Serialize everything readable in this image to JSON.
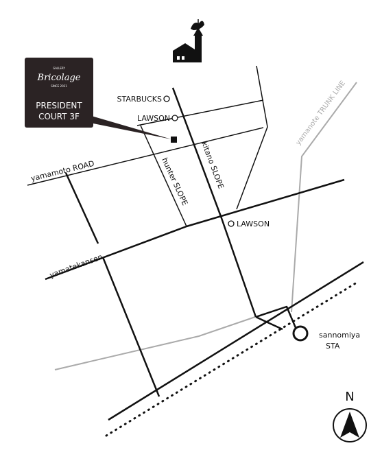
{
  "colors": {
    "road": "#111111",
    "rail": "#aaaaaa",
    "callout_bg": "#2b2324",
    "callout_text": "#ffffff",
    "background": "#ffffff"
  },
  "callout": {
    "brand_top": "GALLERY",
    "brand_name": "Bricolage",
    "brand_since": "SINCE 2021",
    "line1": "PRESIDENT",
    "line2": "COURT  3F"
  },
  "roads": {
    "yamamoto": "yamamoto ROAD",
    "yamatekansen": "yamatekansen",
    "hunter": "hunter SLOPE",
    "kitano": "kitano SLOPE"
  },
  "rail": {
    "trunk_line": "yamanote TRUNK LINE"
  },
  "pois": {
    "starbucks": "STARBUCKS",
    "lawson_top": "LAWSON",
    "lawson_mid": "LAWSON"
  },
  "station": {
    "line1": "sannomiya",
    "line2": "STA"
  },
  "compass": {
    "label": "N"
  },
  "icons": {
    "church": "church-weathervane-icon",
    "store": "store-circle-icon",
    "station": "station-circle-icon",
    "compass": "north-arrow-icon",
    "destination": "destination-square-icon"
  }
}
